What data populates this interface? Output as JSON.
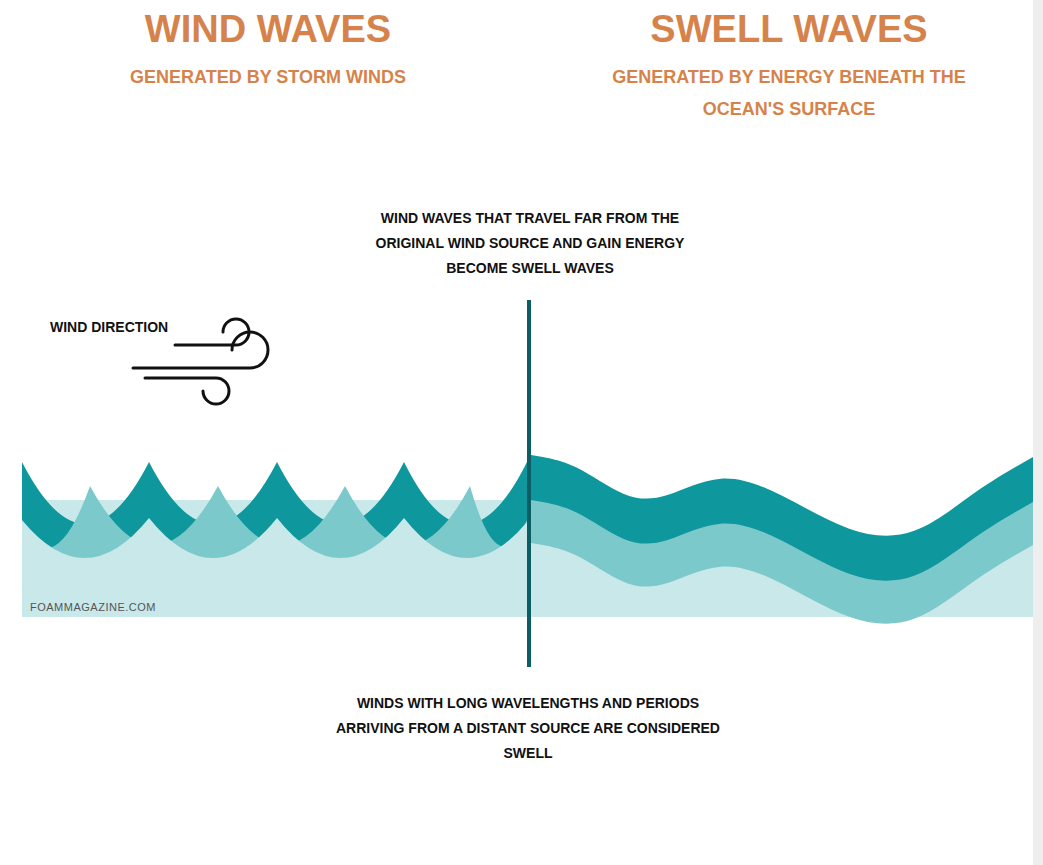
{
  "diagram": {
    "labels": [
      "WIND WAVES",
      "GENERATED BY STORM WINDS",
      "SWELL WAVES",
      "GENERATED BY ENERGY BENEATH THE OCEAN'S SURFACE",
      "WIND WAVES THAT TRAVEL FAR FROM THE ORIGINAL WIND SOURCE AND GAIN ENERGY BECOME SWELL WAVES",
      "WIND DIRECTION",
      "FOAMMAGAZINE.COM",
      "WINDS WITH LONG WAVELENGTHS AND PERIODS ARRIVING FROM A DISTANT SOURCE ARE CONSIDERED SWELL"
    ]
  }
}
